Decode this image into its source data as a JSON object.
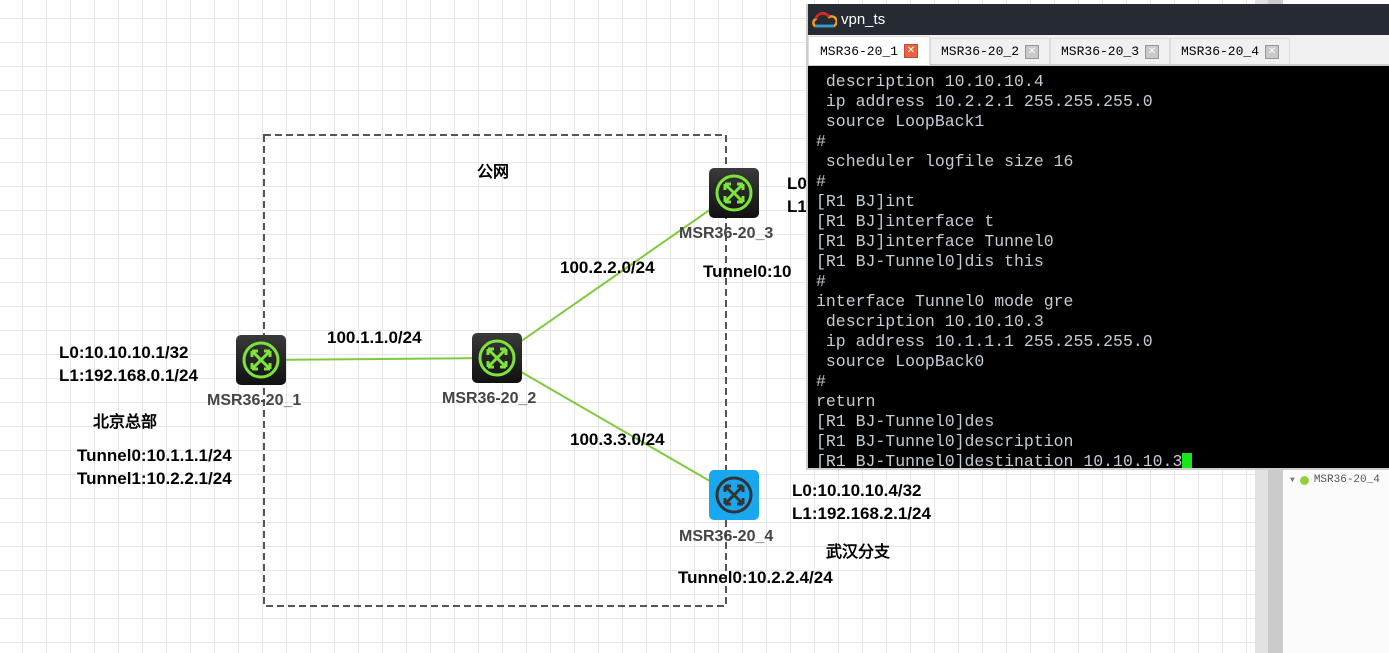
{
  "topology": {
    "cloud_label": "公网",
    "devices": [
      {
        "name": "MSR36-20_1"
      },
      {
        "name": "MSR36-20_2"
      },
      {
        "name": "MSR36-20_3"
      },
      {
        "name": "MSR36-20_4"
      }
    ],
    "links": [
      "100.1.1.0/24",
      "100.2.2.0/24",
      "100.3.3.0/24"
    ],
    "r1": {
      "l0": "L0:10.10.10.1/32",
      "l1": "L1:192.168.0.1/24",
      "site": "北京总部",
      "t0": "Tunnel0:10.1.1.1/24",
      "t1": "Tunnel1:10.2.2.1/24"
    },
    "r3": {
      "l0": "L0",
      "l1": "L1",
      "t0": "Tunnel0:10"
    },
    "r4": {
      "l0": "L0:10.10.10.4/32",
      "l1": "L1:192.168.2.1/24",
      "site": "武汉分支",
      "t0": "Tunnel0:10.2.2.4/24"
    },
    "colors": {
      "link": "#7dcb3c",
      "router_icon": "#7ee33a",
      "router_blue": "#19a7f0"
    }
  },
  "terminal": {
    "title": "vpn_ts",
    "tabs": [
      {
        "label": "MSR36-20_1",
        "active": true
      },
      {
        "label": "MSR36-20_2"
      },
      {
        "label": "MSR36-20_3"
      },
      {
        "label": "MSR36-20_4"
      }
    ],
    "lines": [
      " description 10.10.10.4",
      " ip address 10.2.2.1 255.255.255.0",
      " source LoopBack1",
      "#",
      " scheduler logfile size 16",
      "#",
      "[R1 BJ]int",
      "[R1 BJ]interface t",
      "[R1 BJ]interface Tunnel0",
      "[R1 BJ-Tunnel0]dis this",
      "#",
      "interface Tunnel0 mode gre",
      " description 10.10.10.3",
      " ip address 10.1.1.1 255.255.255.0",
      " source LoopBack0",
      "#",
      "return",
      "[R1 BJ-Tunnel0]des",
      "[R1 BJ-Tunnel0]description",
      "[R1 BJ-Tunnel0]destination 10.10.10.3"
    ]
  },
  "side_panel": {
    "item": "MSR36-20_4"
  }
}
